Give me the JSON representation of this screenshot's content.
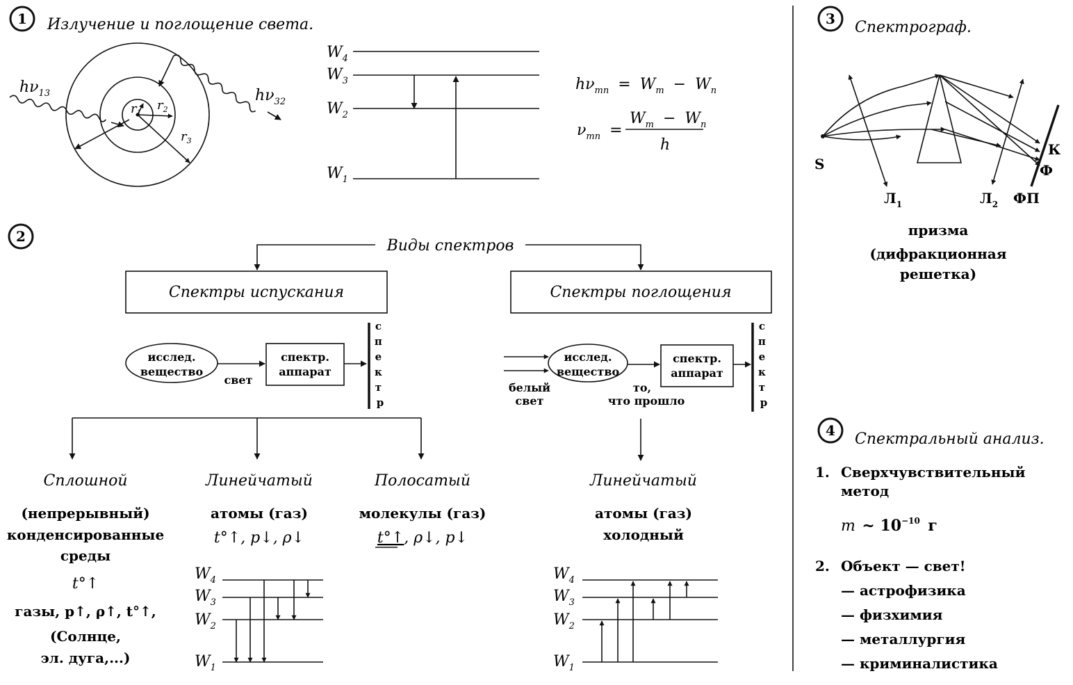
{
  "sections": {
    "s1": {
      "num": "1",
      "title": "Излучение и поглощение света."
    },
    "s2": {
      "num": "2"
    },
    "s3": {
      "num": "3",
      "title": "Спектрограф."
    },
    "s4": {
      "num": "4",
      "title": "Спектральный анализ."
    }
  },
  "atom": {
    "photon_in": "hν",
    "photon_in_sub": "13",
    "photon_out": "hν",
    "photon_out_sub": "32",
    "r1": "r",
    "r1_sub": "1",
    "r2": "r",
    "r2_sub": "2",
    "r3": "r",
    "r3_sub": "3"
  },
  "levels": {
    "w4": "W",
    "w4_sub": "4",
    "w3": "W",
    "w3_sub": "3",
    "w2": "W",
    "w2_sub": "2",
    "w1": "W",
    "w1_sub": "1"
  },
  "formulas": {
    "f1_left": "hν",
    "f1_left_sub": "mn",
    "f1_eq": "=",
    "f1_a": "W",
    "f1_a_sub": "m",
    "f1_minus": "−",
    "f1_b": "W",
    "f1_b_sub": "n",
    "f2_left": "ν",
    "f2_left_sub": "mn",
    "f2_eq": "=",
    "f2_num_a": "W",
    "f2_num_a_sub": "m",
    "f2_num_minus": "−",
    "f2_num_b": "W",
    "f2_num_b_sub": "n",
    "f2_den": "h"
  },
  "spectra": {
    "root": "Виды спектров",
    "emission": "Спектры испускания",
    "absorption": "Спектры поглощения",
    "substance_l1": "исслед.",
    "substance_l2": "вещество",
    "apparatus_l1": "спектр.",
    "apparatus_l2": "аппарат",
    "light": "свет",
    "white_l1": "белый",
    "white_l2": "свет",
    "passed_l1": "то,",
    "passed_l2": "что прошло",
    "spectrum_letters": [
      "с",
      "п",
      "е",
      "к",
      "т",
      "р"
    ],
    "continuous": {
      "title": "Сплошной",
      "lines": [
        "(непрерывный)",
        "конденсированные",
        "среды"
      ],
      "t_line": "t°↑",
      "gases": "газы, p↑, ρ↑, t°↑,",
      "sun": "(Солнце,",
      "arc": "эл. дуга,...)"
    },
    "line_em": {
      "title": "Линейчатый",
      "desc": "атомы (газ)",
      "cond": "t°↑, p↓, ρ↓"
    },
    "band": {
      "title": "Полосатый",
      "desc": "молекулы (газ)",
      "cond_t": "t°↑",
      "cond_rest": ", ρ↓, p↓"
    },
    "line_abs": {
      "title": "Линейчатый",
      "desc1": "атомы (газ)",
      "desc2": "холодный"
    }
  },
  "spectrograph": {
    "S": "S",
    "L1": "Л",
    "L1_sub": "1",
    "L2": "Л",
    "L2_sub": "2",
    "K": "К",
    "F": "Ф",
    "FP": "ФП",
    "caption_l1": "призма",
    "caption_l2": "(дифракционная",
    "caption_l3": "решетка)"
  },
  "analysis": {
    "item1_num": "1.",
    "item1_l1": "Сверхчувствительный",
    "item1_l2": "метод",
    "mass_m": "m",
    "mass_rest": "~ 10",
    "mass_exp": "−10",
    "mass_unit": "г",
    "item2_num": "2.",
    "item2": "Объект — свет!",
    "uses": [
      "— астрофизика",
      "— физхимия",
      "— металлургия",
      "— криминалистика"
    ]
  }
}
